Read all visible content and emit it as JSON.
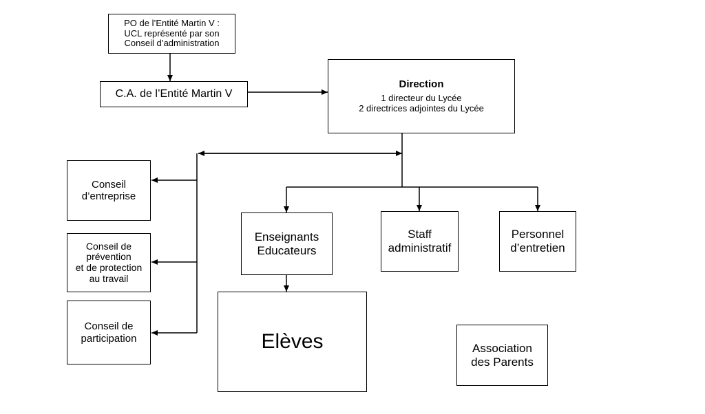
{
  "boxes": {
    "po": {
      "lines": [
        "PO de l’Entité Martin V :",
        "UCL représenté par son",
        "Conseil d’administration"
      ]
    },
    "ca": {
      "lines": [
        "C.A. de l’Entité Martin V"
      ]
    },
    "direction": {
      "title": "Direction",
      "lines": [
        "1 directeur du Lycée",
        "2 directrices adjointes du Lycée"
      ]
    },
    "conseil_entreprise": {
      "lines": [
        "Conseil",
        "d’entreprise"
      ]
    },
    "conseil_prevention": {
      "lines": [
        "Conseil de",
        "prévention",
        "et de protection",
        "au travail"
      ]
    },
    "conseil_participation": {
      "lines": [
        "Conseil de",
        "participation"
      ]
    },
    "enseignants": {
      "lines": [
        "Enseignants",
        "Educateurs"
      ]
    },
    "staff": {
      "lines": [
        "Staff",
        "administratif"
      ]
    },
    "personnel": {
      "lines": [
        "Personnel",
        "d’entretien"
      ]
    },
    "eleves": {
      "lines": [
        "Elèves"
      ]
    },
    "association": {
      "lines": [
        "Association",
        "des Parents"
      ]
    }
  }
}
